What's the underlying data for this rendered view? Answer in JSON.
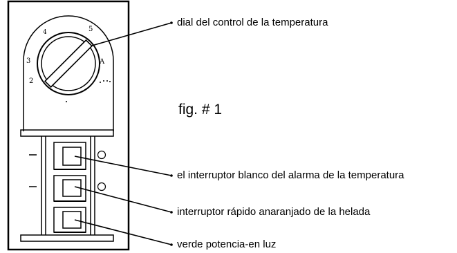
{
  "figure": {
    "label": "fig. # 1"
  },
  "dial": {
    "scale_marks": [
      "4",
      "5",
      "3",
      "A",
      "2"
    ]
  },
  "callouts": {
    "dial": "dial del control de la temperatura",
    "white_switch": "el interruptor blanco del alarma de la temperatura",
    "orange_switch": "interruptor rápido anaranjado de la helada",
    "green_light": "verde potencia-en luz"
  },
  "colors": {
    "ink": "#000000",
    "background": "#ffffff"
  }
}
